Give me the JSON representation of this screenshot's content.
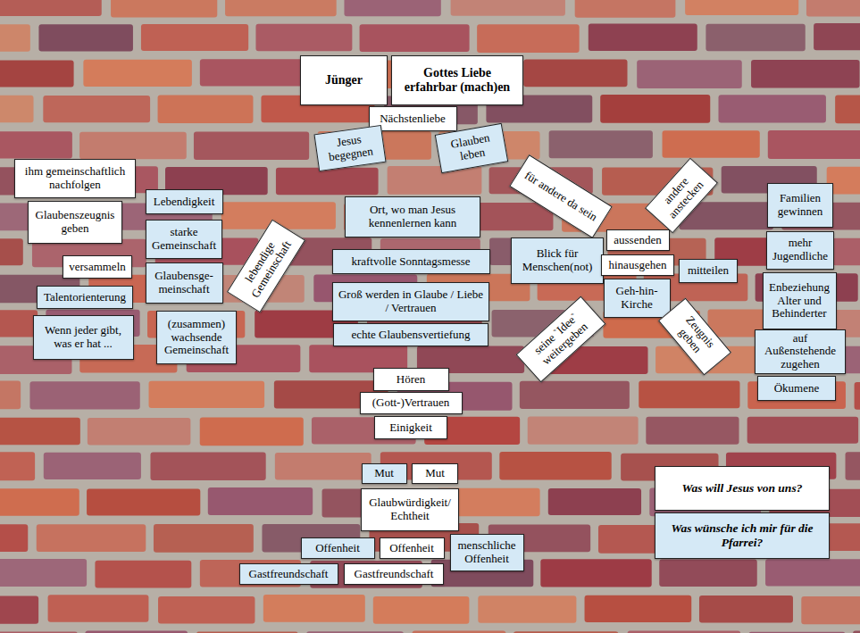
{
  "diagram": {
    "nodes": [
      {
        "text": [
          "Jünger"
        ]
      },
      {
        "text": [
          "Gottes Liebe erfahrbar (mach)en"
        ]
      },
      {
        "text": [
          "Nächstenliebe"
        ]
      },
      {
        "text": [
          "Jesus begegnen"
        ]
      },
      {
        "text": [
          "Glauben leben"
        ]
      },
      {
        "text": [
          "ihm gemeinschaftlich nachfolgen"
        ]
      },
      {
        "text": [
          "Glaubenszeugnis geben"
        ]
      },
      {
        "text": [
          "versammeln"
        ]
      },
      {
        "text": [
          "Talentorienterung"
        ]
      },
      {
        "text": [
          "Wenn jeder gibt, was er hat ..."
        ]
      },
      {
        "text": [
          "Lebendigkeit"
        ]
      },
      {
        "text": [
          "starke Gemeinschaft"
        ]
      },
      {
        "text": [
          "Glaubensge- meinschaft"
        ]
      },
      {
        "text": [
          "lebendige Gemeinschaft"
        ]
      },
      {
        "text": [
          "(zusammen) wachsende Gemeinschaft"
        ]
      },
      {
        "text": [
          "Ort, wo man Jesus kennenlernen kann"
        ]
      },
      {
        "text": [
          "kraftvolle Sonntagsmesse"
        ]
      },
      {
        "text": [
          "Groß werden in Glaube / Liebe / Vertrauen"
        ]
      },
      {
        "text": [
          "echte Glaubensvertiefung"
        ]
      },
      {
        "text": [
          "Hören"
        ]
      },
      {
        "text": [
          "(Gott-)Vertrauen"
        ]
      },
      {
        "text": [
          "Einigkeit"
        ]
      },
      {
        "text": [
          "Mut"
        ]
      },
      {
        "text": [
          "Mut"
        ]
      },
      {
        "text": [
          "Glaubwürdigkeit/ Echtheit"
        ]
      },
      {
        "text": [
          "Offenheit"
        ]
      },
      {
        "text": [
          "Offenheit"
        ]
      },
      {
        "text": [
          "menschliche Offenheit"
        ]
      },
      {
        "text": [
          "Gastfreundschaft"
        ]
      },
      {
        "text": [
          "Gastfreundschaft"
        ]
      },
      {
        "text": [
          "für andere da sein"
        ]
      },
      {
        "text": [
          "andere anstecken"
        ]
      },
      {
        "text": [
          "Blick für Menschen(not)"
        ]
      },
      {
        "text": [
          "aussenden"
        ]
      },
      {
        "text": [
          "hinausgehen"
        ]
      },
      {
        "text": [
          "mitteilen"
        ]
      },
      {
        "text": [
          "Geh-hin-Kirche"
        ]
      },
      {
        "text": [
          "seine `Idee` weitergeben"
        ]
      },
      {
        "text": [
          "Zeugnis geben"
        ]
      },
      {
        "text": [
          "Familien gewinnen"
        ]
      },
      {
        "text": [
          "mehr Jugendliche"
        ]
      },
      {
        "text": [
          "Enbeziehung Alter und Behinderter"
        ]
      },
      {
        "text": [
          "auf Außenstehende zugehen"
        ]
      },
      {
        "text": [
          "Ökumene"
        ]
      },
      {
        "text": [
          "Was will Jesus von uns?"
        ]
      },
      {
        "text": [
          "Was wünsche ich mir für die Pfarrei?"
        ]
      }
    ]
  }
}
